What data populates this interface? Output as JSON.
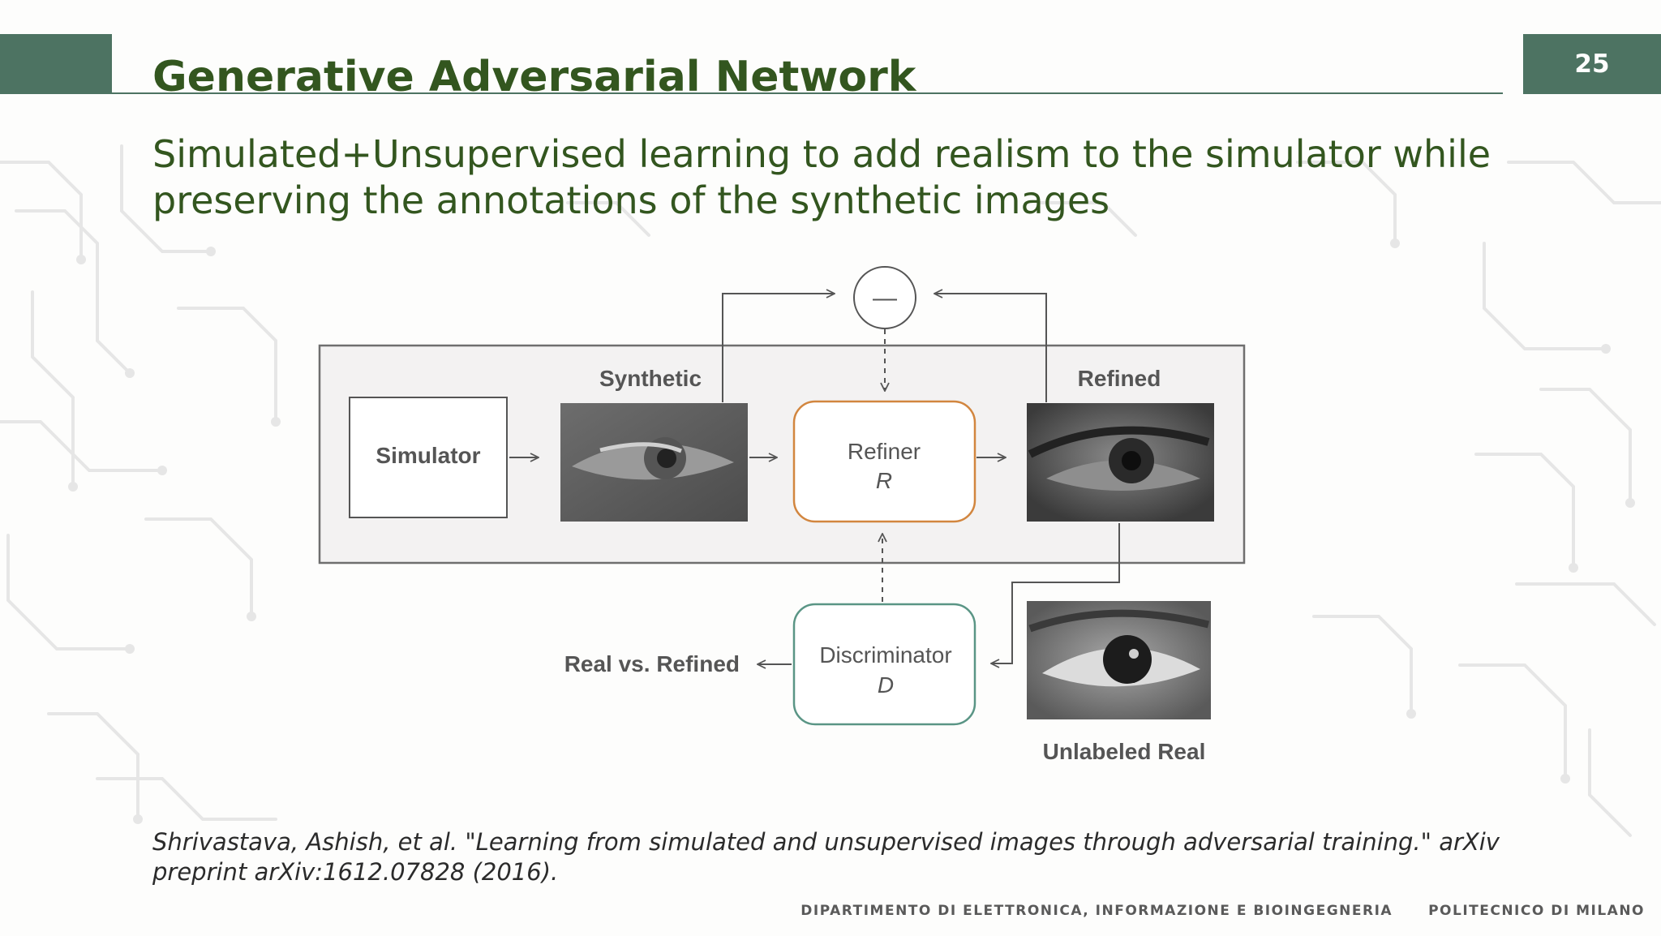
{
  "slide": {
    "title": "Generative Adversarial Network",
    "page_number": "25",
    "subtitle": "Simulated+Unsupervised learning to add realism to the simulator while preserving the annotations of the synthetic images"
  },
  "diagram": {
    "simulator_label": "Simulator",
    "synthetic_label": "Synthetic",
    "refiner_label": "Refiner",
    "refiner_symbol": "R",
    "refined_label": "Refined",
    "discriminator_label": "Discriminator",
    "discriminator_symbol": "D",
    "output_label": "Real vs. Refined",
    "unlabeled_label": "Unlabeled Real",
    "subtract_symbol": "—",
    "colors": {
      "refiner_border": "#d2863f",
      "discriminator_border": "#5a9585",
      "frame_fill": "#f3f2f2",
      "frame_border": "#6f6f6f"
    }
  },
  "citation": "Shrivastava, Ashish, et al. \"Learning from simulated and unsupervised images through adversarial training.\" arXiv preprint arXiv:1612.07828 (2016).",
  "footer": {
    "department": "DIPARTIMENTO DI ELETTRONICA, INFORMAZIONE E BIOINGEGNERIA",
    "university": "POLITECNICO DI MILANO"
  },
  "theme": {
    "accent": "#4d7362",
    "title_color": "#33561f"
  }
}
